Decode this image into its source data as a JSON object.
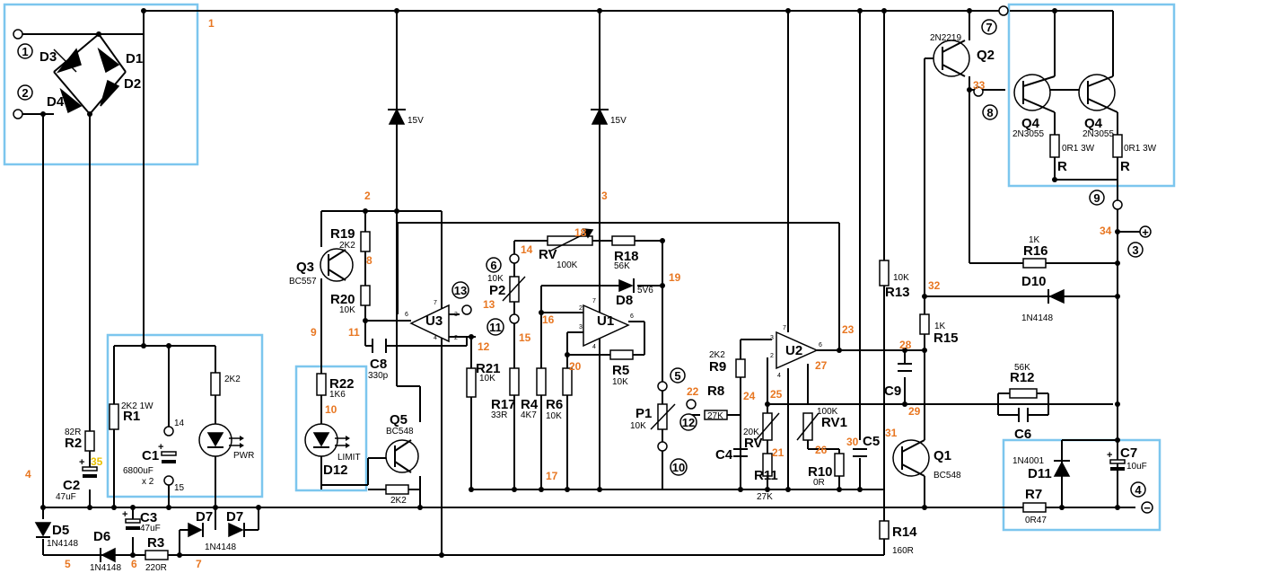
{
  "labels": {
    "D3": "D3",
    "D1": "D1",
    "D2": "D2",
    "D4": "D4",
    "R19": "R19",
    "R19v": "2K2",
    "Q3": "Q3",
    "Q3v": "BC557",
    "R20": "R20",
    "R20v": "10K",
    "U3": "U3",
    "C8": "C8",
    "C8v": "330p",
    "R22": "R22",
    "R22v": "1K6",
    "D12": "D12",
    "D12v": "LIMIT",
    "Q5": "Q5",
    "Q5v": "BC548",
    "R5k": "2K2",
    "R1": "R1",
    "R1v": "2K2 1W",
    "C1": "C1",
    "C1v": "6800uF",
    "C1x": "x 2",
    "PWRr": "2K2",
    "PWR": "PWR",
    "R2": "R2",
    "R2v": "82R",
    "C2": "C2",
    "C2v": "47uF",
    "D5": "D5",
    "D5v": "1N4148",
    "D6": "D6",
    "D6v": "1N4148",
    "C3": "C3",
    "C3v": "47uF",
    "R3": "R3",
    "R3v": "220R",
    "D7a": "D7",
    "D7b": "D7",
    "D7v": "1N4148",
    "Z15a": "15V",
    "Z15b": "15V",
    "RV": "RV",
    "RVv": "100K",
    "R18": "R18",
    "R18v": "56K",
    "P2": "P2",
    "P2v": "10K",
    "D8": "D8",
    "D8v": "5V6",
    "U1": "U1",
    "R21": "R21",
    "R21v": "10K",
    "R17": "R17",
    "R17v": "33R",
    "R4": "R4",
    "R4v": "4K7",
    "R6": "R6",
    "R6v": "10K",
    "R5": "R5",
    "R5v": "10K",
    "P1": "P1",
    "P1v": "10K",
    "R8": "R8",
    "R8v": "27K",
    "R9": "R9",
    "R9v": "2K2",
    "U2": "U2",
    "C4": "C4",
    "RVb": "RV",
    "RVbv": "20K",
    "R11": "R11",
    "R11v": "27K",
    "RV1": "RV1",
    "RV1v": "100K",
    "R10": "R10",
    "R10v": "0R",
    "C5": "C5",
    "R13": "R13",
    "R13v": "10K",
    "R14": "R14",
    "R14v": "160R",
    "Q2": "Q2",
    "Q2v": "2N2219",
    "Q4a": "Q4",
    "Q4b": "Q4",
    "Q4va": "2N3055",
    "Q4vb": "2N3055",
    "Ra": "R",
    "Rb": "R",
    "Rav": "0R1 3W",
    "Rbv": "0R1 3W",
    "R16": "R16",
    "R16v": "1K",
    "D10": "D10",
    "D10v": "1N4148",
    "R15": "R15",
    "R15v": "1K",
    "C9": "C9",
    "R12": "R12",
    "R12v": "56K",
    "C6": "C6",
    "Q1": "Q1",
    "Q1v": "BC548",
    "D11": "D11",
    "D11v": "1N4001",
    "C7": "C7",
    "C7v": "10uF",
    "R7": "R7",
    "R7v": "0R47"
  },
  "nodes": [
    "1",
    "2",
    "3",
    "4",
    "5",
    "6",
    "7",
    "8",
    "9",
    "10",
    "11",
    "12",
    "13",
    "14",
    "15",
    "16",
    "17",
    "18",
    "19",
    "20",
    "21",
    "22",
    "23",
    "24",
    "25",
    "26",
    "27",
    "28",
    "29",
    "30",
    "31",
    "32",
    "33",
    "34",
    "35"
  ],
  "c1_pins": {
    "top": "14",
    "bottom": "15"
  },
  "terminals": [
    "1",
    "2",
    "3",
    "4",
    "5",
    "6",
    "7",
    "8",
    "9",
    "10",
    "11",
    "12",
    "13"
  ],
  "polarity": {
    "plus": "+",
    "minus": "−"
  },
  "colors": {
    "wire": "#000000",
    "node_label": "#e87722",
    "highlight_box": "#7cc6ee",
    "node35": "#e8c000"
  }
}
